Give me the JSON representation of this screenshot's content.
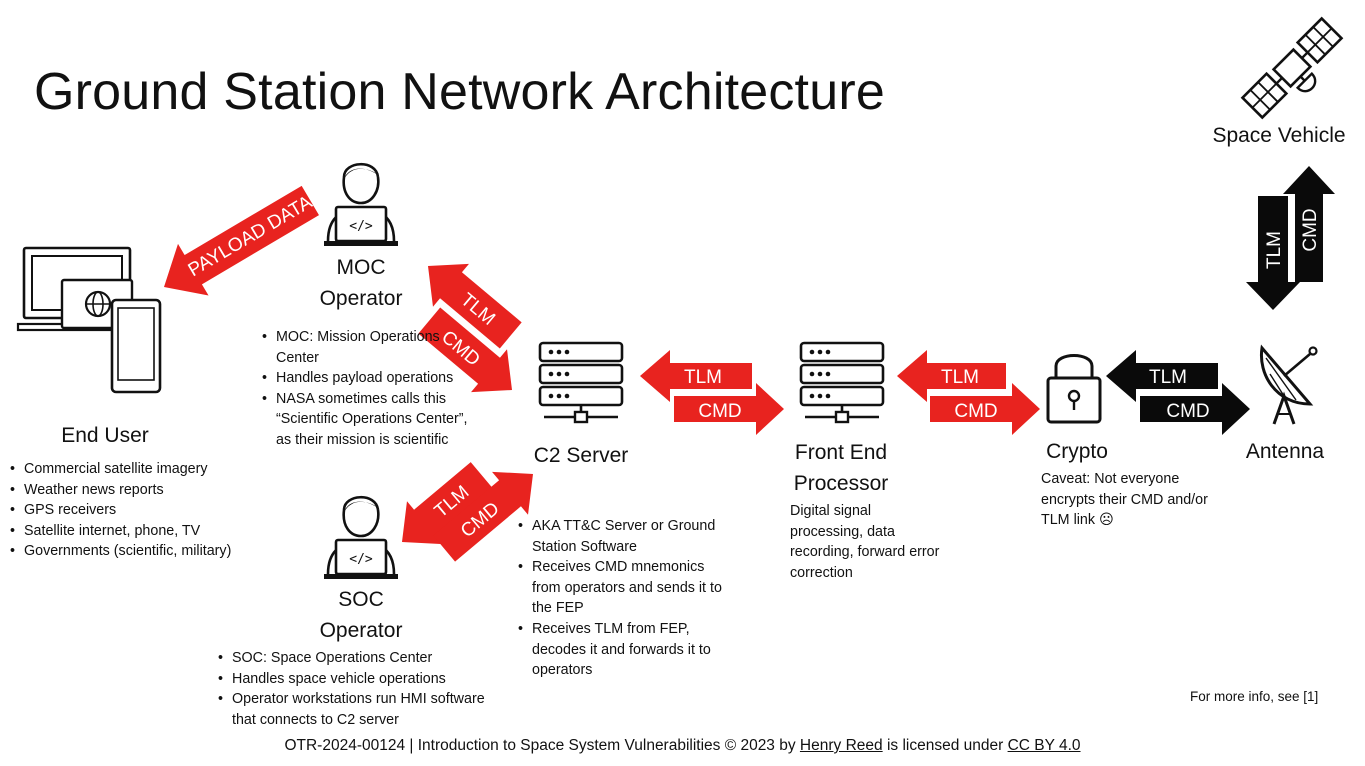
{
  "title": "Ground Station Network Architecture",
  "colors": {
    "red_arrow": "#e8231f",
    "black_arrow": "#0a0a0a",
    "text": "#111111"
  },
  "nodes": {
    "end_user": {
      "label": "End User",
      "icon": "devices-globe-icon",
      "bullets": [
        "Commercial satellite imagery",
        "Weather news reports",
        "GPS receivers",
        "Satellite internet, phone, TV",
        "Governments (scientific, military)"
      ]
    },
    "moc": {
      "label_line1": "MOC",
      "label_line2": "Operator",
      "icon": "operator-laptop-icon",
      "bullets": [
        "MOC: Mission Operations Center",
        "Handles payload operations",
        "NASA sometimes calls this “Scientific Operations Center”, as their mission is scientific"
      ]
    },
    "soc": {
      "label_line1": "SOC",
      "label_line2": "Operator",
      "icon": "operator-laptop-icon",
      "bullets": [
        "SOC: Space Operations Center",
        "Handles space vehicle operations",
        "Operator workstations run HMI software that connects to C2 server"
      ]
    },
    "c2": {
      "label": "C2 Server",
      "icon": "server-icon",
      "bullets": [
        "AKA TT&C Server or Ground Station Software",
        "Receives CMD mnemonics from operators and sends it to the FEP",
        "Receives TLM from FEP, decodes it and forwards it to operators"
      ]
    },
    "fep": {
      "label_line1": "Front End",
      "label_line2": "Processor",
      "icon": "server-icon",
      "description": "Digital signal processing, data recording, forward error correction"
    },
    "crypto": {
      "label": "Crypto",
      "icon": "padlock-icon",
      "description": "Caveat: Not everyone encrypts their CMD and/or TLM link ☹"
    },
    "antenna": {
      "label": "Antenna",
      "icon": "satellite-dish-icon"
    },
    "space_vehicle": {
      "label": "Space Vehicle",
      "icon": "satellite-icon"
    }
  },
  "arrows": {
    "payload_data": "PAYLOAD DATA",
    "tlm": "TLM",
    "cmd": "CMD"
  },
  "more_info": "For more info, see [1]",
  "footer": {
    "prefix": "OTR-2024-00124 | Introduction to Space System Vulnerabilities © 2023 by ",
    "author": "Henry Reed",
    "middle": " is licensed under ",
    "license": "CC BY 4.0"
  }
}
